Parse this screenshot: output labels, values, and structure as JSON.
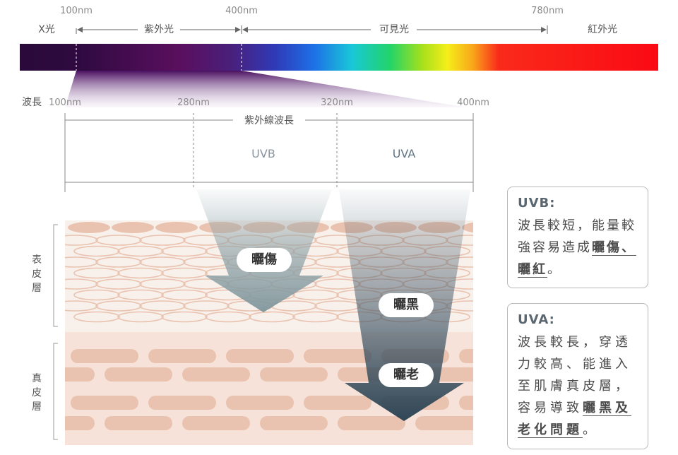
{
  "spectrum": {
    "tick_100": "100nm",
    "tick_400": "400nm",
    "tick_780": "780nm",
    "xray": "X光",
    "uv_light": "紫外光",
    "visible_light": "可見光",
    "infrared": "紅外光"
  },
  "uv_detail": {
    "wavelength_label": "波長",
    "tick_100": "100nm",
    "tick_280": "280nm",
    "tick_320": "320nm",
    "tick_400": "400nm",
    "uv_wavelength": "紫外線波長",
    "uvb": "UVB",
    "uva": "UVA"
  },
  "skin": {
    "epidermis": "表皮層",
    "dermis": "真皮層"
  },
  "effects": {
    "sunburn": "曬傷",
    "tanning": "曬黑",
    "aging": "曬老"
  },
  "info_uvb": {
    "title": "UVB:",
    "text_1": "波長較短，能量較強容易造成",
    "highlight_1": "曬傷、",
    "highlight_2": "曬紅",
    "end": "。"
  },
  "info_uva": {
    "title": "UVA:",
    "text_1": "波長較長，穿透力較高、能進入至肌膚真皮層，容易導致",
    "highlight_1": "曬黑及",
    "highlight_2": "老化問題",
    "end": "。"
  },
  "colors": {
    "uvb_arrow": "#8fa3a8",
    "uva_arrow": "#3e5566",
    "epidermis": "#f6ece6",
    "dermis": "#f6e0d6",
    "cell": "#e9c3b0"
  }
}
